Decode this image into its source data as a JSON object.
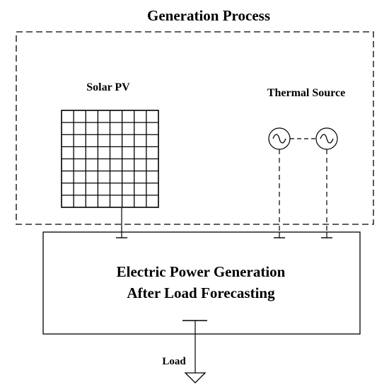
{
  "diagram": {
    "title": "Generation Process",
    "solar_label": "Solar PV",
    "thermal_label": "Thermal Source",
    "main_box": {
      "line1": "Electric Power Generation",
      "line2": "After Load Forecasting"
    },
    "load_label": "Load"
  }
}
